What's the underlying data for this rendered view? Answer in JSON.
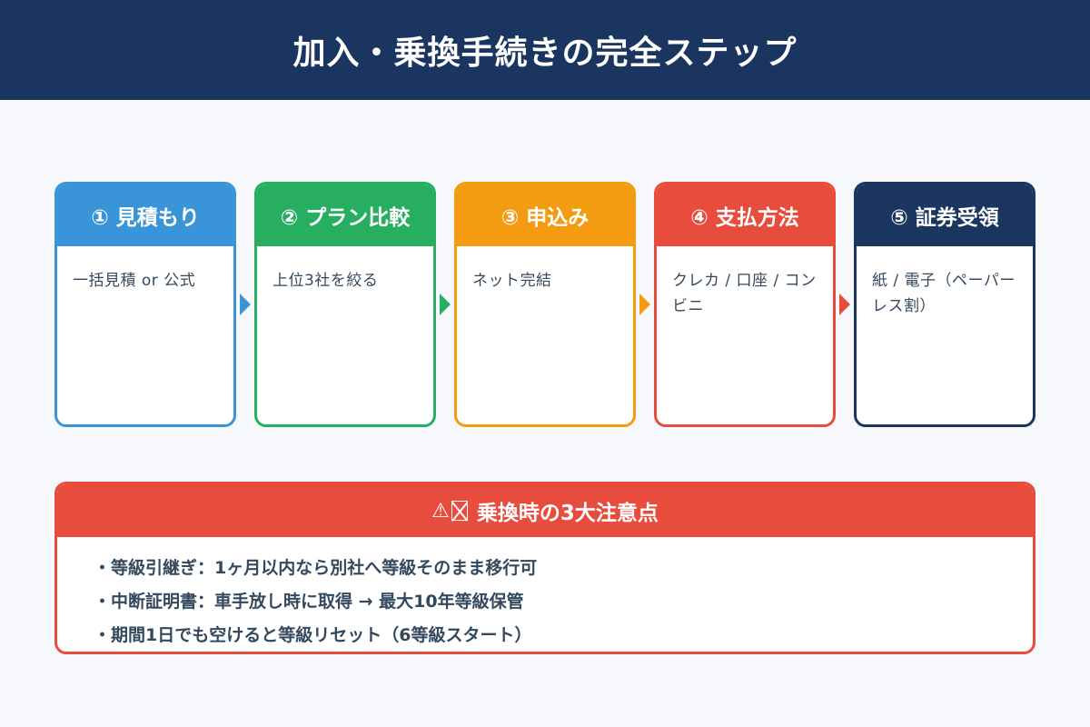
{
  "header": {
    "title": "加入・乗換手続きの完全ステップ",
    "background": "#1a3560"
  },
  "steps": [
    {
      "number": "①",
      "label": "見積もり",
      "title": "① 見積もり",
      "body": "一括見積 or 公式",
      "color": "#3a95d8"
    },
    {
      "number": "②",
      "label": "プラン比較",
      "title": "② プラン比較",
      "body": "上位3社を絞る",
      "color": "#27ae60"
    },
    {
      "number": "③",
      "label": "申込み",
      "title": "③ 申込み",
      "body": "ネット完結",
      "color": "#f39c12"
    },
    {
      "number": "④",
      "label": "支払方法",
      "title": "④ 支払方法",
      "body": "クレカ / 口座 / コンビニ",
      "color": "#e74c3c"
    },
    {
      "number": "⑤",
      "label": "証券受領",
      "title": "⑤ 証券受領",
      "body": "紙 / 電子（ペーパーレス割）",
      "color": "#1a3560"
    }
  ],
  "notice": {
    "icon": "⚠",
    "title": "乗換時の3大注意点",
    "color": "#e74c3c",
    "items": [
      "・等級引継ぎ：1ヶ月以内なら別社へ等級そのまま移行可",
      "・中断証明書：車手放し時に取得 → 最大10年等級保管",
      "・期間1日でも空けると等級リセット（6等級スタート）"
    ]
  }
}
